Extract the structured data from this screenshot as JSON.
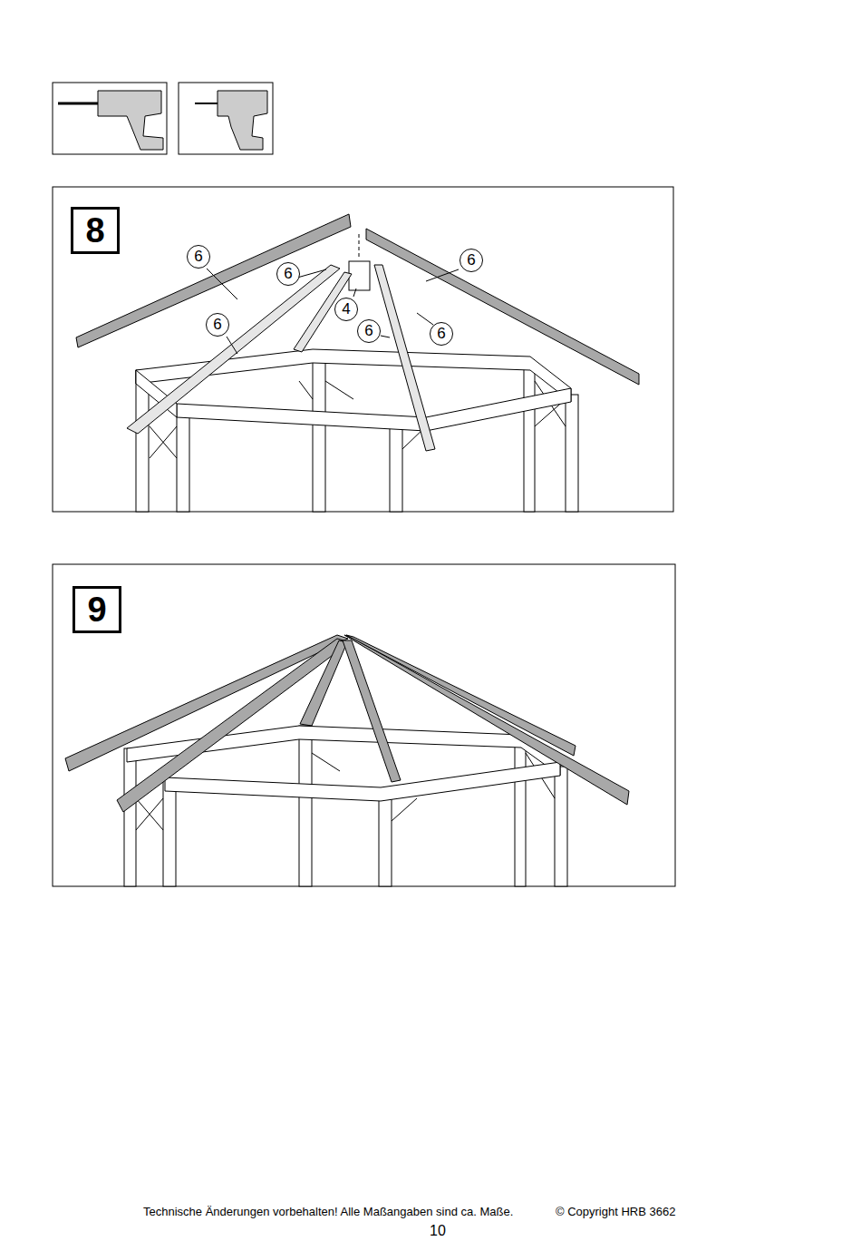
{
  "diagram": {
    "nodes": [
      {
        "text": [
          "8"
        ]
      },
      {
        "text": [
          "6"
        ]
      },
      {
        "text": [
          "6"
        ]
      },
      {
        "text": [
          "6"
        ]
      },
      {
        "text": [
          "4"
        ]
      },
      {
        "text": [
          "6"
        ]
      },
      {
        "text": [
          "6"
        ]
      },
      {
        "text": [
          "6"
        ]
      },
      {
        "text": [
          "9"
        ]
      }
    ],
    "labels": [
      "Technische Änderungen vorbehalten!  Alle Maßangaben sind ca. Maße.",
      "© Copyright HRB 3662",
      "10"
    ]
  }
}
